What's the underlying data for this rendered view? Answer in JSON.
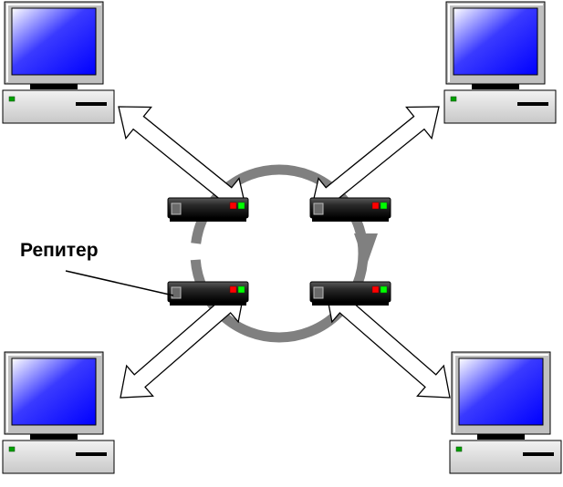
{
  "diagram": {
    "repeater_label": "Репитер",
    "computers": [
      {
        "id": "computer-top-left"
      },
      {
        "id": "computer-top-right"
      },
      {
        "id": "computer-bottom-left"
      },
      {
        "id": "computer-bottom-right"
      }
    ],
    "repeaters": [
      {
        "id": "repeater-top-left"
      },
      {
        "id": "repeater-top-right"
      },
      {
        "id": "repeater-bottom-left"
      },
      {
        "id": "repeater-bottom-right"
      }
    ],
    "colors": {
      "ring": "#808080",
      "screen_start": "#ffffff",
      "screen_end": "#0000ff",
      "monitor_frame": "#c0c0c0",
      "repeater_body": "#1a1a1a",
      "led_red": "#ff0000",
      "led_green": "#00ff00",
      "power_led": "#00a000"
    }
  }
}
